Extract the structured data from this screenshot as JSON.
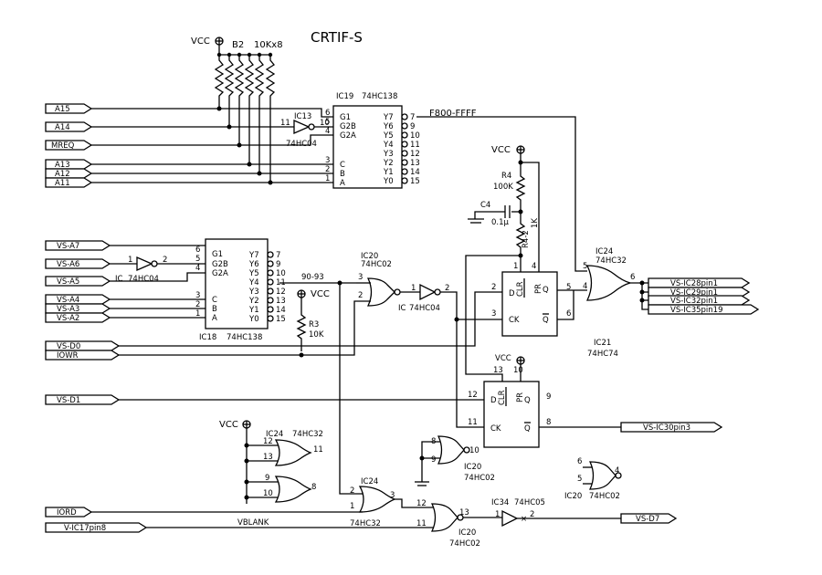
{
  "title": "CRTIF-S",
  "power": {
    "vcc": "VCC"
  },
  "parts": {
    "b2": {
      "ref": "B2",
      "value": "10Kx8"
    },
    "ic19": {
      "ref": "IC19",
      "type": "74HC138",
      "addr": "F800-FFFF"
    },
    "ic13": {
      "ref": "IC13",
      "type": "74HC04",
      "pin_in": "11",
      "pin_out": "10"
    },
    "ic18": {
      "ref": "IC18",
      "type": "74HC138",
      "addr": "90-93"
    },
    "ic_inv1": {
      "ref": "IC",
      "type": "74HC04",
      "pin_in": "1",
      "pin_out": "2"
    },
    "ic20a": {
      "ref": "IC20",
      "type": "74HC02"
    },
    "ic_inv2": {
      "ref": "IC",
      "type": "74HC04"
    },
    "r3": {
      "ref": "R3",
      "value": "10K"
    },
    "r4": {
      "ref": "R4",
      "value": "100K"
    },
    "r4_2": {
      "ref": "R4-2",
      "value": "1K"
    },
    "c4": {
      "ref": "C4",
      "value": "0.1μ"
    },
    "ic21": {
      "ref": "IC21",
      "type": "74HC74"
    },
    "ic24": {
      "ref": "IC24",
      "type": "74HC32"
    },
    "ic20b": {
      "ref": "IC20",
      "type": "74HC02"
    },
    "ic34": {
      "ref": "IC34",
      "type": "74HC05"
    },
    "ic20c": {
      "ref": "IC20",
      "type": "74HC02"
    },
    "ic20d": {
      "ref": "IC20",
      "type": "74HC02"
    }
  },
  "pins138": {
    "g1": "G1",
    "g2b": "G2B",
    "g2a": "G2A",
    "c": "C",
    "b": "B",
    "a": "A",
    "y7": "Y7",
    "y6": "Y6",
    "y5": "Y5",
    "y4": "Y4",
    "y3": "Y3",
    "y2": "Y2",
    "y1": "Y1",
    "y0": "Y0"
  },
  "pins74": {
    "d": "D",
    "ck": "CK",
    "q": "Q",
    "qn": "Q",
    "clr": "CLR",
    "pr": "PR"
  },
  "signals": {
    "a15": "A15",
    "a14": "A14",
    "mreq": "MREQ",
    "a13": "A13",
    "a12": "A12",
    "a11": "A11",
    "vs_a7": "VS-A7",
    "vs_a6": "VS-A6",
    "vs_a5": "VS-A5",
    "vs_a4": "VS-A4",
    "vs_a3": "VS-A3",
    "vs_a2": "VS-A2",
    "vs_d0": "VS-D0",
    "iowr": "IOWR",
    "vs_d1": "VS-D1",
    "iord": "IORD",
    "v_ic17": "V-IC17pin8",
    "vblank": "VBLANK",
    "vs_ic28": "VS-IC28pin1",
    "vs_ic29": "VS-IC29pin1",
    "vs_ic32": "VS-IC32pin1",
    "vs_ic35": "VS-IC35pin19",
    "vs_ic30": "VS-IC30pin3",
    "vs_d7": "VS-D7"
  },
  "pin_numbers": {
    "ic19_in": [
      "6",
      "5",
      "4",
      "3",
      "2",
      "1"
    ],
    "ic19_out": [
      "7",
      "9",
      "10",
      "11",
      "12",
      "13",
      "14",
      "15"
    ],
    "ic18_in": [
      "6",
      "5",
      "4",
      "3",
      "2",
      "1"
    ],
    "ic18_out": [
      "7",
      "9",
      "10",
      "11",
      "12",
      "13",
      "14",
      "15"
    ],
    "ic20a": [
      "3",
      "2",
      "1"
    ],
    "ic21a": [
      "2",
      "3",
      "5",
      "6",
      "1",
      "4"
    ],
    "ic21b": [
      "12",
      "11",
      "9",
      "8",
      "13",
      "10"
    ],
    "ic24a": [
      "5",
      "4",
      "6"
    ],
    "ic24_top": [
      "12",
      "13",
      "11",
      "9",
      "10",
      "8"
    ],
    "ic24b": [
      "1",
      "2",
      "3"
    ],
    "ic20b": [
      "12",
      "11",
      "13"
    ],
    "ic20c": [
      "8",
      "9",
      "10"
    ],
    "ic20d": [
      "6",
      "5",
      "4"
    ],
    "ic34": [
      "1",
      "2"
    ]
  }
}
